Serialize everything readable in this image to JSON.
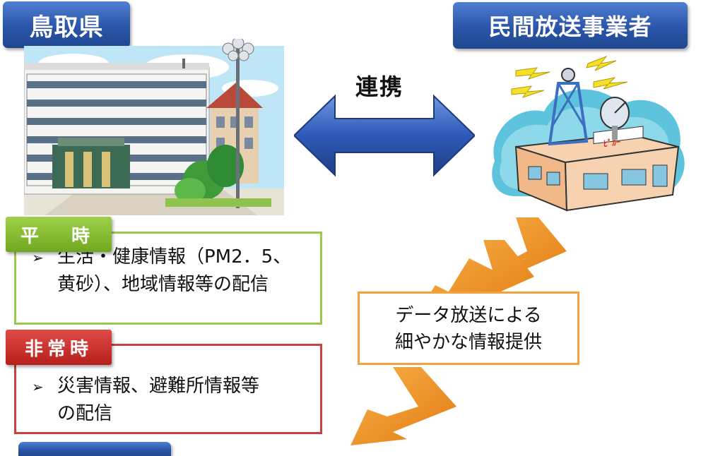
{
  "left_party": {
    "title": "鳥取県"
  },
  "right_party": {
    "title": "民間放送事業者"
  },
  "link_label": "連携",
  "normal": {
    "label": "平　時",
    "line1": "生活・健康情報（PM2．5、",
    "line2": "黄砂）、地域情報等の配信"
  },
  "emergency": {
    "label": "非常時",
    "line1": "災害情報、避難所情報等",
    "line2": "の配信"
  },
  "data_broadcast": {
    "line1": "データ放送による",
    "line2": "細やかな情報提供"
  },
  "station_sign": "ﾋﾟｶｰ",
  "colors": {
    "title_blue": "#2a55a8",
    "arrow_blue": "#2e59b8",
    "normal_green": "#8cbd3b",
    "emergency_red": "#c9423f",
    "chevron_orange": "#f08c1e"
  }
}
